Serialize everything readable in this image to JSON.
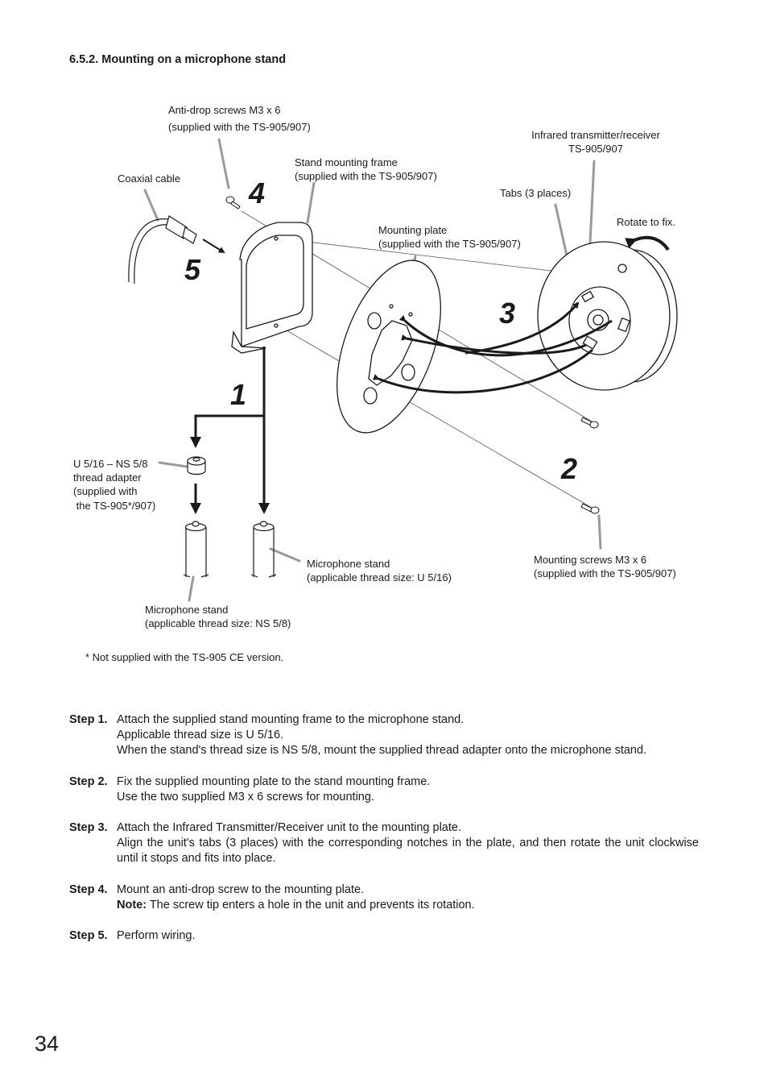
{
  "section_heading": "6.5.2. Mounting on a microphone stand",
  "figure": {
    "labels": {
      "anti_drop_screws_1": "Anti-drop screws M3 x 6",
      "anti_drop_screws_2": "(supplied with the TS-905/907)",
      "coaxial_cable": "Coaxial cable",
      "stand_frame_1": "Stand mounting frame",
      "stand_frame_2": "(supplied with the TS-905/907)",
      "ir_unit_1": "Infrared transmitter/receiver",
      "ir_unit_2": "TS-905/907",
      "tabs": "Tabs (3 places)",
      "rotate": "Rotate to fix.",
      "mounting_plate_1": "Mounting plate",
      "mounting_plate_2": "(supplied with the TS-905/907)",
      "adapter_1": "U 5/16 – NS 5/8",
      "adapter_2": "thread adapter",
      "adapter_3": "(supplied with",
      "adapter_4": " the TS-905*/907)",
      "mic_stand_u_1": "Microphone stand",
      "mic_stand_u_2": "(applicable thread size: U 5/16)",
      "mounting_screws_1": "Mounting screws M3 x 6",
      "mounting_screws_2": "(supplied with the TS-905/907)",
      "mic_stand_ns_1": "Microphone stand",
      "mic_stand_ns_2": "(applicable thread size: NS 5/8)",
      "footnote": "* Not supplied with the TS-905 CE version."
    },
    "step_numbers": {
      "n1": "1",
      "n2": "2",
      "n3": "3",
      "n4": "4",
      "n5": "5"
    }
  },
  "steps": [
    {
      "key": "Step 1.",
      "lines": [
        "Attach the supplied stand mounting frame to the microphone stand.",
        "Applicable thread size is U 5/16.",
        "When the stand's thread size is NS 5/8, mount the supplied thread adapter onto the microphone stand."
      ]
    },
    {
      "key": "Step 2.",
      "lines": [
        "Fix the supplied mounting plate to the stand mounting frame.",
        "Use the two supplied M3 x 6 screws for mounting."
      ]
    },
    {
      "key": "Step 3.",
      "lines": [
        "Attach the Infrared Transmitter/Receiver unit to the mounting plate.",
        "Align the unit's tabs (3 places) with the corresponding notches in the plate, and then rotate the unit clockwise until it stops and fits into place."
      ]
    },
    {
      "key": "Step 4.",
      "lines": [
        "Mount an anti-drop screw to the mounting plate."
      ],
      "note_key": "Note:",
      "note_text": " The screw tip enters a hole in the unit and prevents its rotation."
    },
    {
      "key": "Step 5.",
      "lines": [
        "Perform wiring."
      ]
    }
  ],
  "page_number": "34"
}
